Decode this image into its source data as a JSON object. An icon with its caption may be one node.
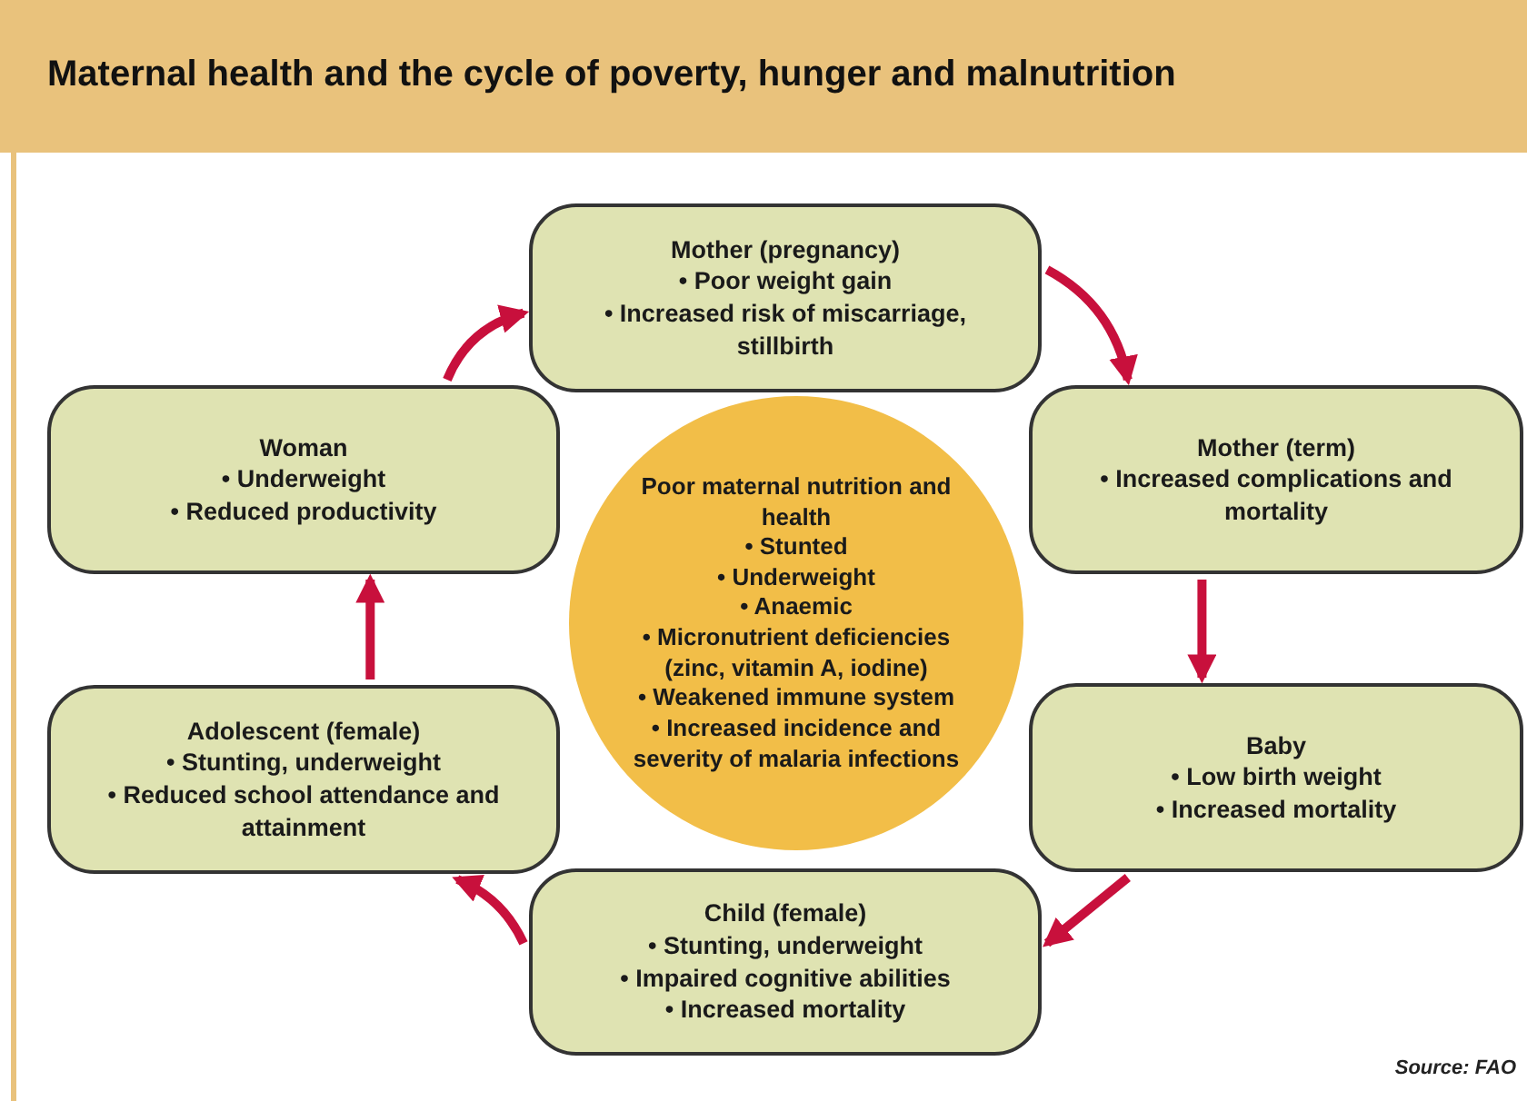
{
  "diagram": {
    "title": "Maternal health and the cycle of poverty, hunger and malnutrition",
    "nodes": [
      {
        "text": [
          "Mother (pregnancy)",
          "• Poor weight gain",
          "• Increased risk of miscarriage, stillbirth"
        ]
      },
      {
        "text": [
          "Mother (term)",
          "• Increased complications and mortality"
        ]
      },
      {
        "text": [
          "Baby",
          "• Low birth weight",
          "• Increased mortality"
        ]
      },
      {
        "text": [
          "Child (female)",
          "• Stunting, underweight",
          "• Impaired cognitive abilities",
          "• Increased mortality"
        ]
      },
      {
        "text": [
          "Adolescent (female)",
          "• Stunting, underweight",
          "• Reduced school attendance and attainment"
        ]
      },
      {
        "text": [
          "Woman",
          "• Underweight",
          "• Reduced productivity"
        ]
      },
      {
        "text": [
          "Poor maternal nutrition and health",
          "• Stunted",
          "• Underweight",
          "• Anaemic",
          "• Micronutrient deficiencies (zinc, vitamin A, iodine)",
          "• Weakened immune system",
          "• Increased incidence and severity of malaria infections"
        ]
      }
    ],
    "edges": [
      {
        "from": 0,
        "to": 1,
        "arrow": "to"
      },
      {
        "from": 1,
        "to": 2,
        "arrow": "to"
      },
      {
        "from": 2,
        "to": 3,
        "arrow": "to"
      },
      {
        "from": 3,
        "to": 4,
        "arrow": "to"
      },
      {
        "from": 4,
        "to": 5,
        "arrow": "to"
      },
      {
        "from": 5,
        "to": 0,
        "arrow": "to"
      }
    ],
    "labels": [
      "Source: FAO"
    ]
  }
}
